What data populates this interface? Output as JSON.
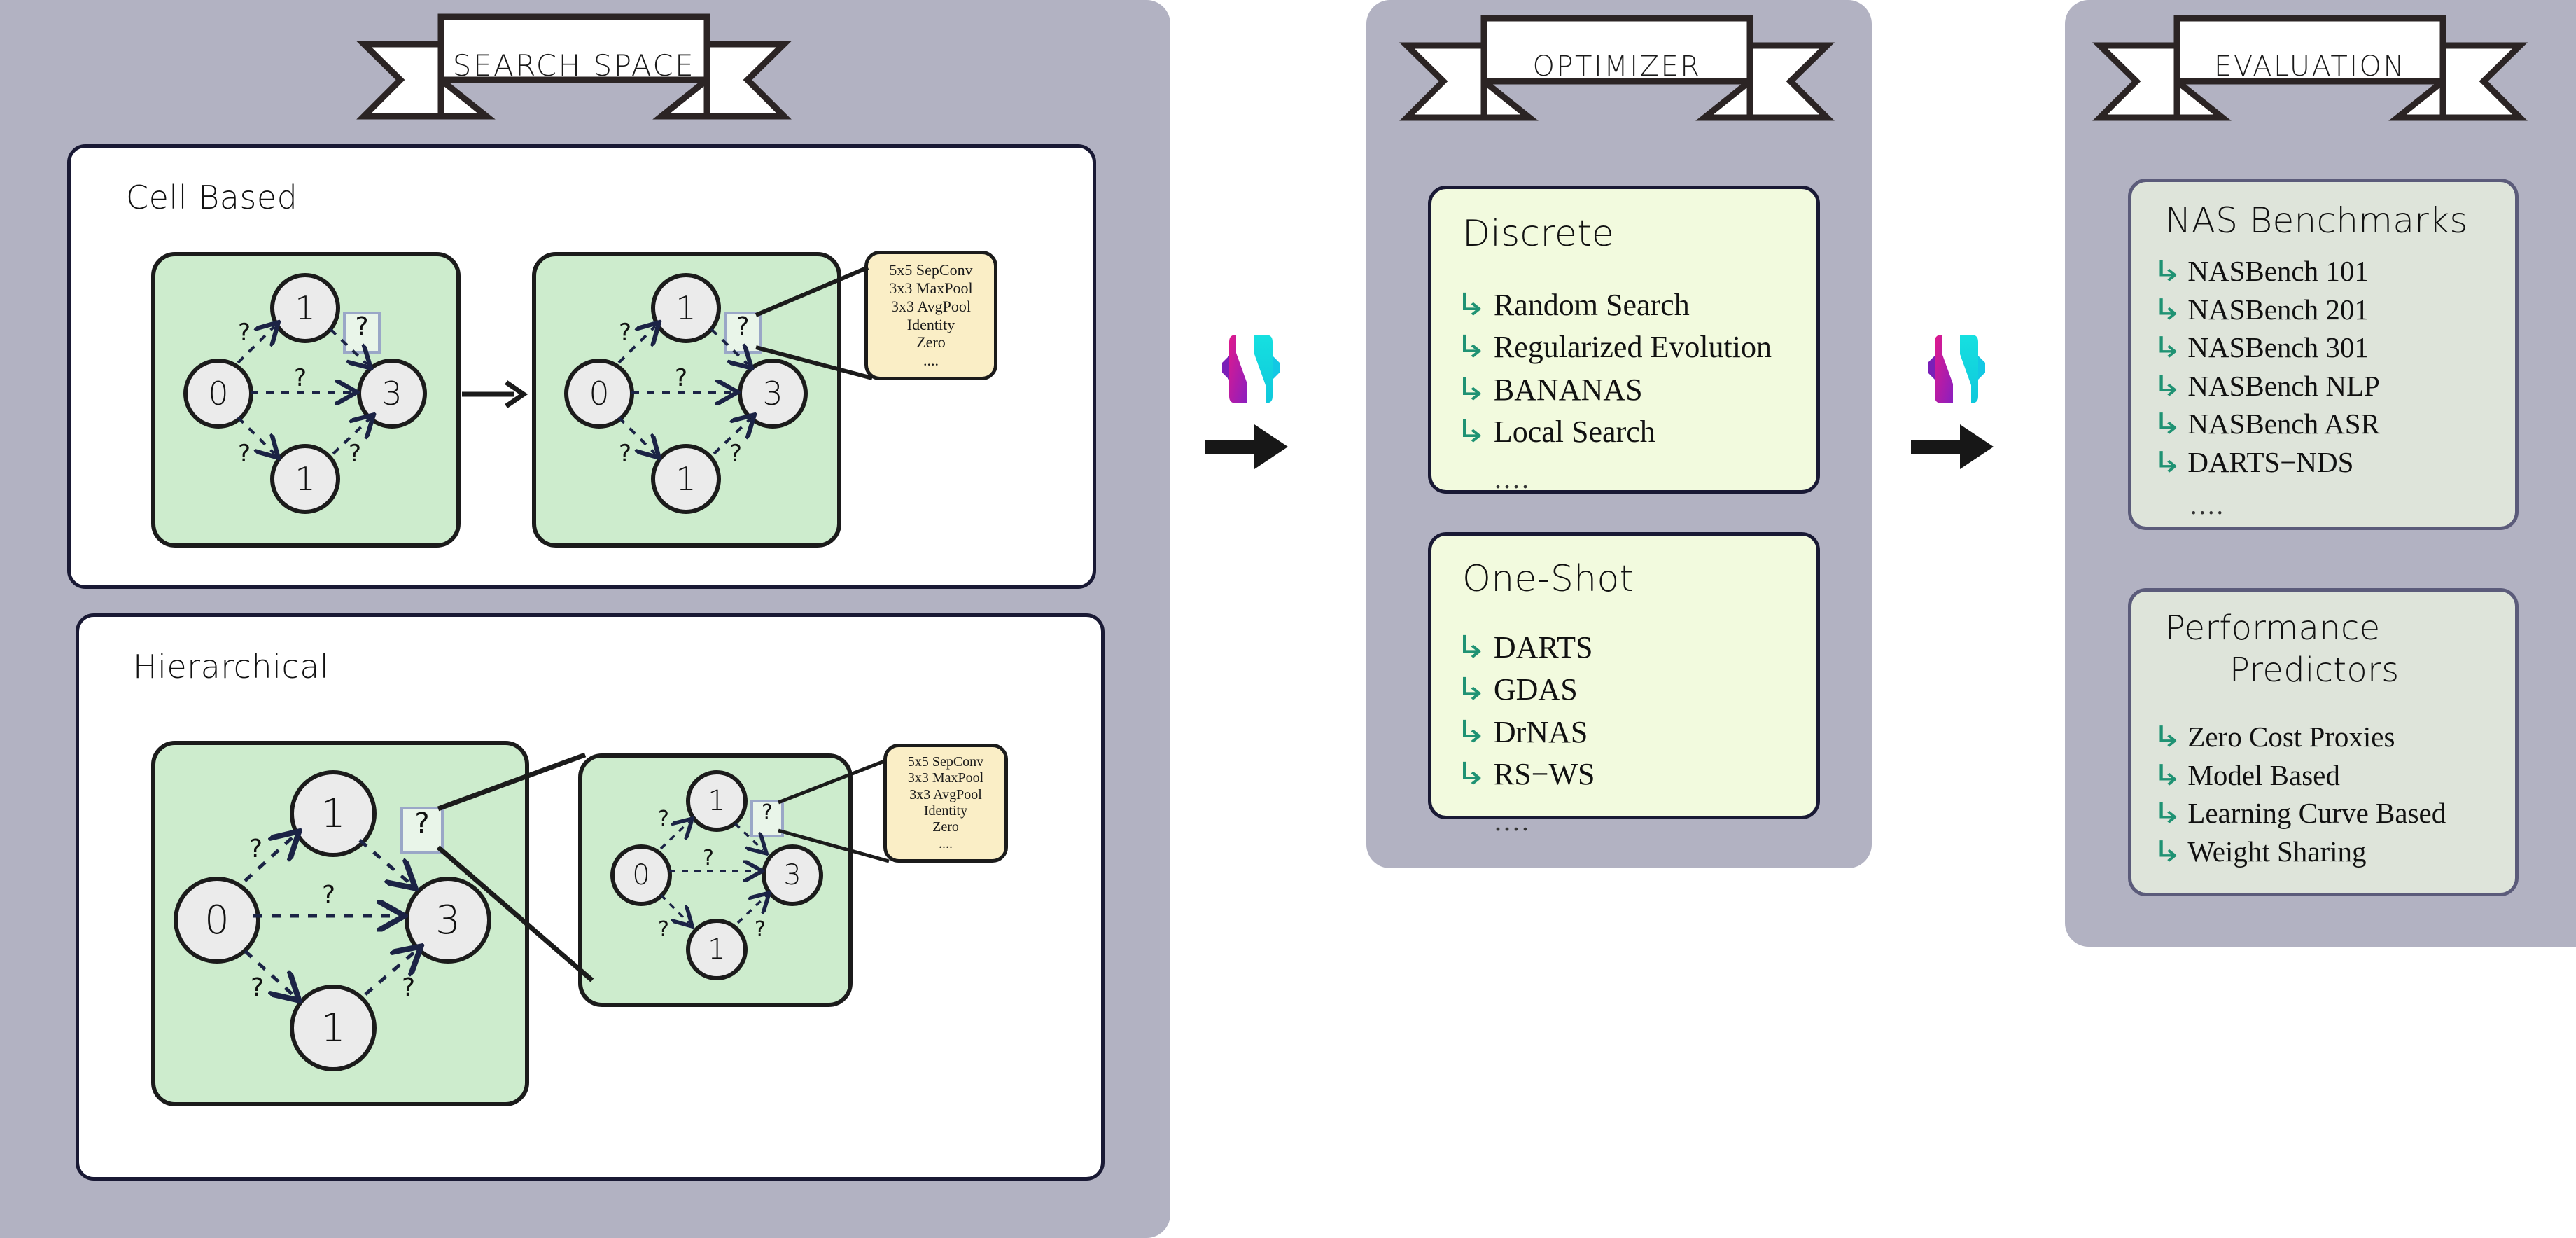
{
  "banners": {
    "search": "SEARCH SPACE",
    "optimizer": "OPTIMIZER",
    "evaluation": "EVALUATION"
  },
  "search_space": {
    "cell_based": {
      "title": "Cell Based",
      "graph_nodes": [
        "1",
        "0",
        "3",
        "1"
      ],
      "edge_label": "?",
      "marker": "?",
      "operations": [
        "5x5 SepConv",
        "3x3 MaxPool",
        "3x3 AvgPool",
        "Identity",
        "Zero",
        "...."
      ]
    },
    "hierarchical": {
      "title": "Hierarchical",
      "graph_nodes": [
        "1",
        "0",
        "3",
        "1"
      ],
      "edge_label": "?",
      "marker": "?",
      "operations": [
        "5x5 SepConv",
        "3x3 MaxPool",
        "3x3 AvgPool",
        "Identity",
        "Zero",
        "...."
      ]
    }
  },
  "optimizer": {
    "discrete": {
      "title": "Discrete",
      "items": [
        "Random Search",
        "Regularized Evolution",
        "BANANAS",
        "Local Search"
      ],
      "more": "...."
    },
    "one_shot": {
      "title": "One-Shot",
      "items": [
        "DARTS",
        "GDAS",
        "DrNAS",
        "RS−WS"
      ],
      "more": "...."
    }
  },
  "evaluation": {
    "benchmarks": {
      "title": "NAS Benchmarks",
      "items": [
        "NASBench 101",
        "NASBench 201",
        "NASBench 301",
        "NASBench NLP",
        "NASBench ASR",
        "DARTS−NDS"
      ],
      "more": "...."
    },
    "predictors": {
      "title_line1": "Performance",
      "title_line2": "Predictors",
      "items": [
        "Zero  Cost Proxies",
        "Model Based",
        "Learning Curve Based",
        "Weight Sharing"
      ],
      "more": ""
    }
  },
  "icons": {
    "bullet": "↳",
    "logo_1": "naslib-logo",
    "logo_2": "naslib-logo",
    "arrow_1": "right-arrow-icon",
    "arrow_2": "right-arrow-icon",
    "flow_arrow": "right-arrow-icon"
  },
  "colors": {
    "panel_bg": "#b2b2c2",
    "card_border": "#191934",
    "cell_fill": "#cdeccd",
    "node_fill": "#ebebeb",
    "ops_fill": "#faeec6",
    "list_green": "#f2fade",
    "list_grey": "#dee4da",
    "bullet": "#1f9273",
    "logo_magenta": "#e0198c",
    "logo_cyan": "#16e0e0",
    "logo_purple": "#8a1fc0"
  }
}
